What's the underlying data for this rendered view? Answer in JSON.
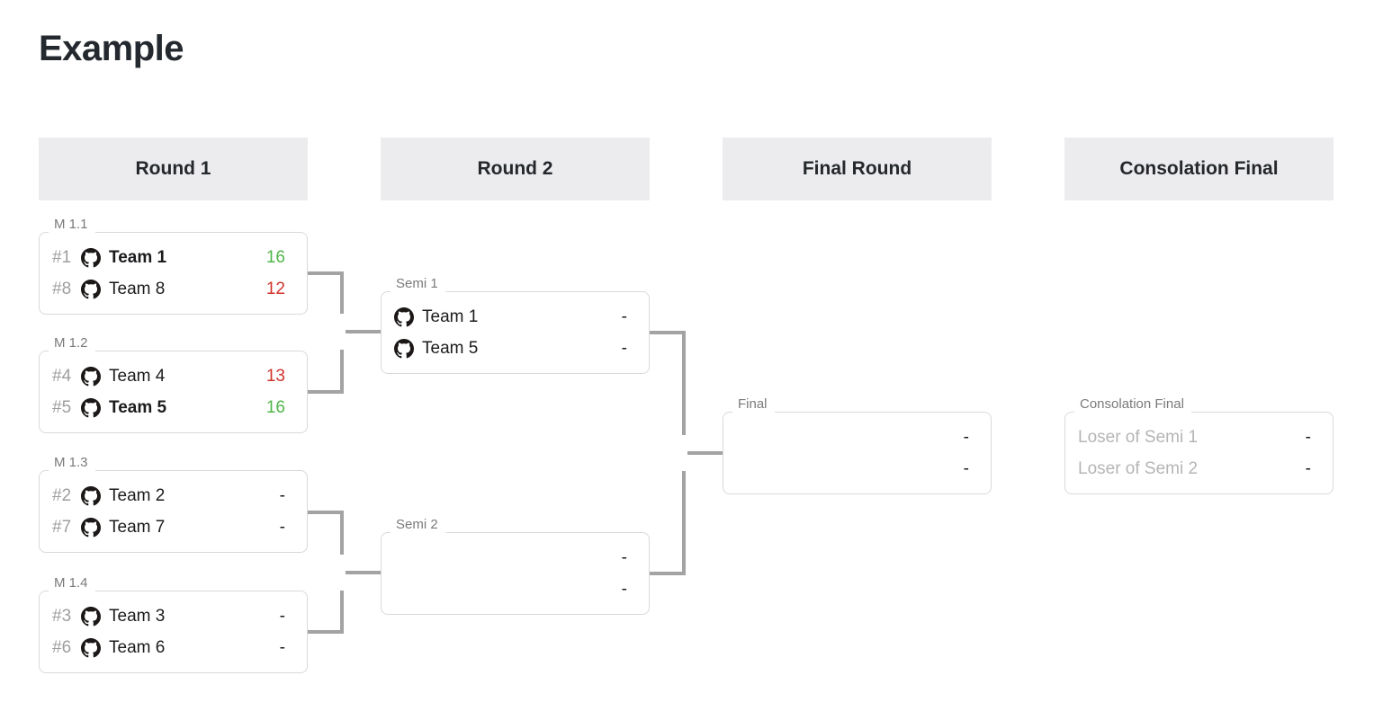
{
  "page": {
    "title": "Example"
  },
  "rounds": [
    {
      "label": "Round 1"
    },
    {
      "label": "Round 2"
    },
    {
      "label": "Final Round"
    },
    {
      "label": "Consolation Final"
    }
  ],
  "matches": {
    "m11": {
      "label": "M 1.1",
      "rows": [
        {
          "seed": "#1",
          "name": "Team 1",
          "score": "16",
          "result": "win"
        },
        {
          "seed": "#8",
          "name": "Team 8",
          "score": "12",
          "result": "loss"
        }
      ]
    },
    "m12": {
      "label": "M 1.2",
      "rows": [
        {
          "seed": "#4",
          "name": "Team 4",
          "score": "13",
          "result": "loss"
        },
        {
          "seed": "#5",
          "name": "Team 5",
          "score": "16",
          "result": "win"
        }
      ]
    },
    "m13": {
      "label": "M 1.3",
      "rows": [
        {
          "seed": "#2",
          "name": "Team 2",
          "score": "-"
        },
        {
          "seed": "#7",
          "name": "Team 7",
          "score": "-"
        }
      ]
    },
    "m14": {
      "label": "M 1.4",
      "rows": [
        {
          "seed": "#3",
          "name": "Team 3",
          "score": "-"
        },
        {
          "seed": "#6",
          "name": "Team 6",
          "score": "-"
        }
      ]
    },
    "semi1": {
      "label": "Semi 1",
      "rows": [
        {
          "name": "Team 1",
          "score": "-"
        },
        {
          "name": "Team 5",
          "score": "-"
        }
      ]
    },
    "semi2": {
      "label": "Semi 2",
      "rows": [
        {
          "name": "",
          "score": "-"
        },
        {
          "name": "",
          "score": "-"
        }
      ]
    },
    "final": {
      "label": "Final",
      "rows": [
        {
          "name": "",
          "score": "-"
        },
        {
          "name": "",
          "score": "-"
        }
      ]
    },
    "consolation": {
      "label": "Consolation Final",
      "rows": [
        {
          "name": "Loser of Semi 1",
          "score": "-"
        },
        {
          "name": "Loser of Semi 2",
          "score": "-"
        }
      ]
    }
  },
  "icons": {
    "team_logo": "github-icon"
  },
  "colors": {
    "win": "#50b649",
    "loss": "#d0342c",
    "connector": "#a3a3a3",
    "header_bg": "#ececee",
    "box_border": "#d9d9d9",
    "label_gray": "#7a7a7a",
    "seed_gray": "#9e9e9e",
    "placeholder_gray": "#b5b5b5",
    "text": "#1c1c1e"
  }
}
